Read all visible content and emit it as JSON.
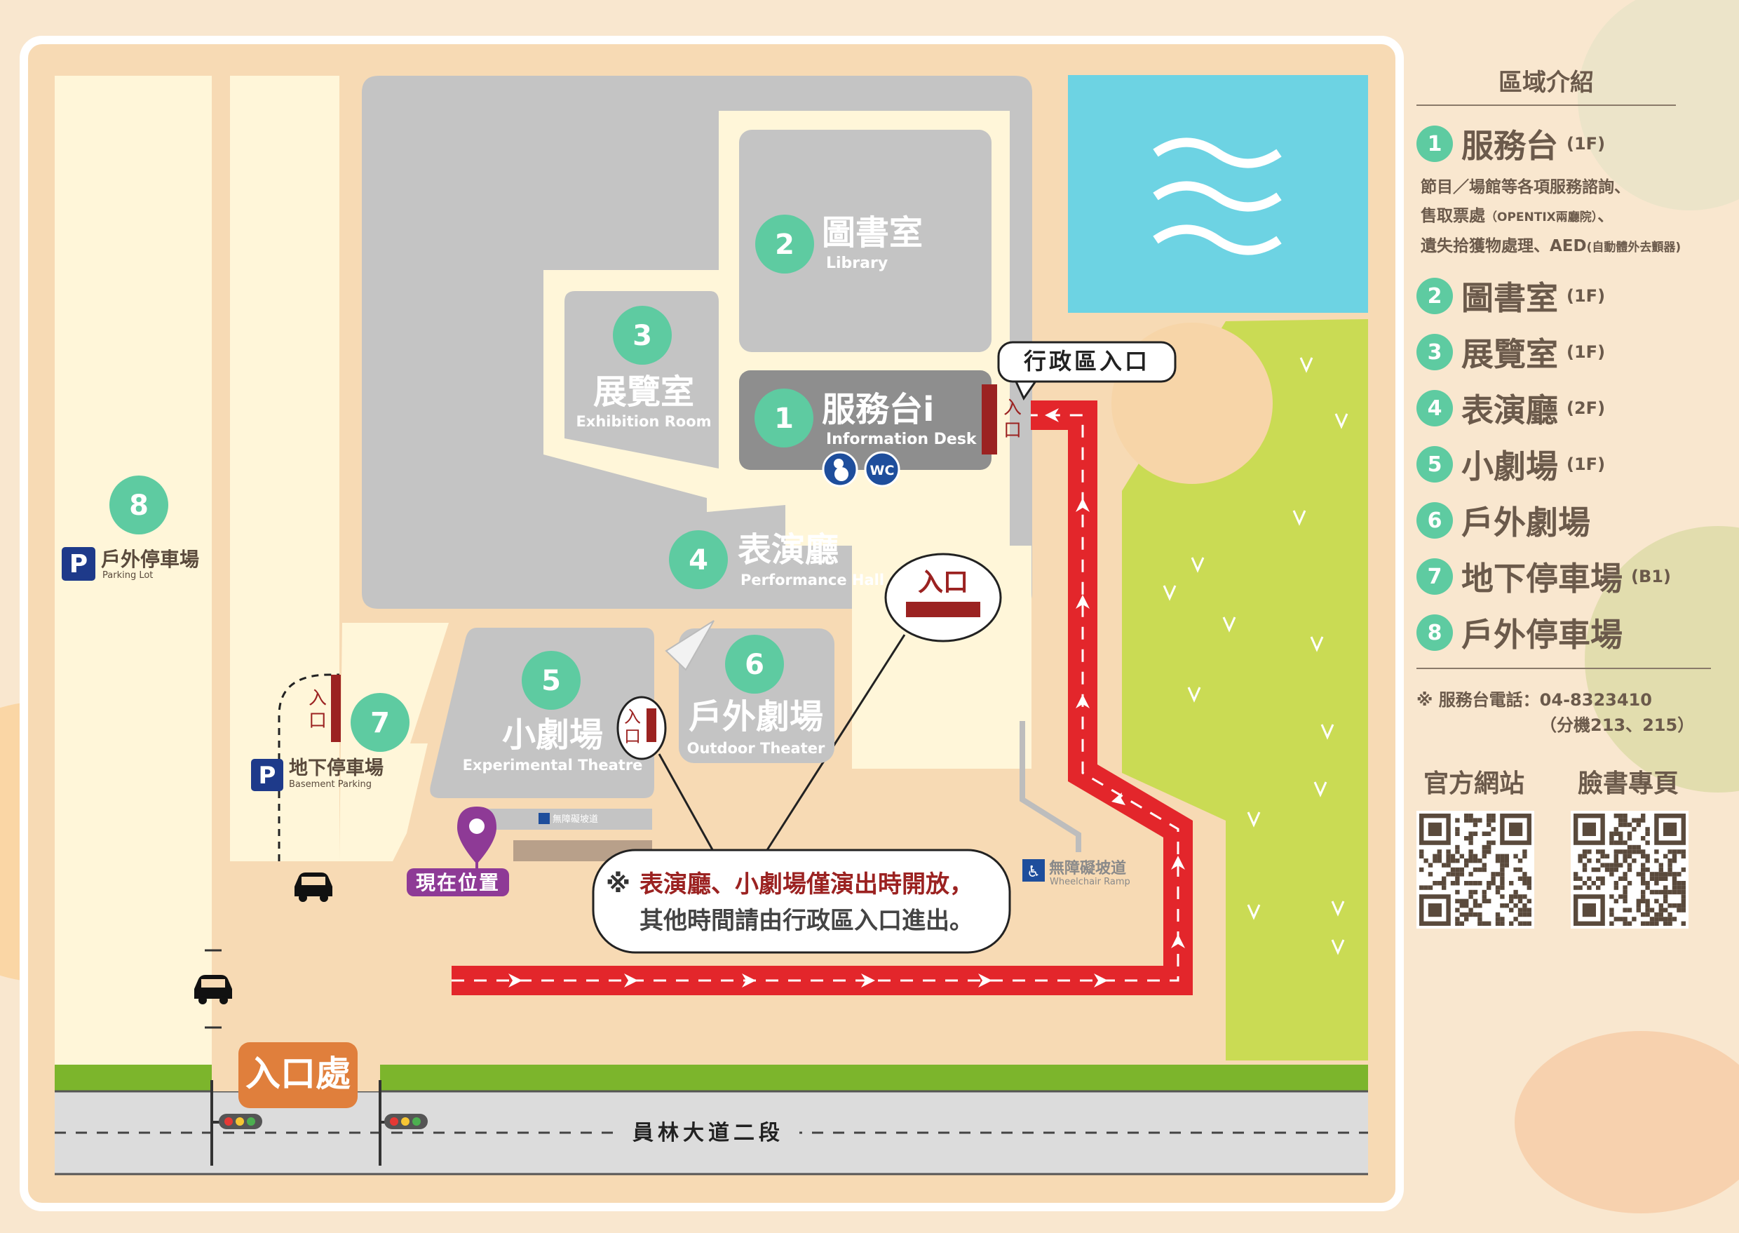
{
  "map_labels": {
    "library": {
      "num": "2",
      "zh": "圖書室",
      "en": "Library"
    },
    "exhibition": {
      "num": "3",
      "zh": "展覽室",
      "en": "Exhibition Room"
    },
    "info_desk": {
      "num": "1",
      "zh": "服務台i",
      "en": "Information Desk"
    },
    "performance_hall": {
      "num": "4",
      "zh": "表演廳",
      "en": "Performance Hall"
    },
    "experimental_theatre": {
      "num": "5",
      "zh": "小劇場",
      "en": "Experimental Theatre"
    },
    "outdoor_theater": {
      "num": "6",
      "zh": "戶外劇場",
      "en": "Outdoor Theater"
    },
    "basement_parking": {
      "num": "7",
      "zh": "地下停車場",
      "en": "Basement Parking"
    },
    "parking_lot": {
      "num": "8",
      "zh": "戶外停車場",
      "en": "Parking Lot"
    },
    "admin_entrance": "行政區入口",
    "entrance": "入口",
    "entrance_vertical_1": "入",
    "entrance_vertical_2": "口",
    "main_entrance": "入口處",
    "road": "員林大道二段",
    "current_location": "現在位置",
    "wheelchair_ramp_zh": "無障礙坡道",
    "wheelchair_ramp_en": "Wheelchair Ramp",
    "wc": "WC",
    "parking_symbol": "P",
    "notice_mark": "※",
    "notice_line1": "表演廳、小劇場僅演出時開放，",
    "notice_line2": "其他時間請由行政區入口進出。"
  },
  "legend": {
    "title": "區域介紹",
    "items": [
      {
        "num": "1",
        "name": "服務台",
        "floor": "(1F)"
      },
      {
        "num": "2",
        "name": "圖書室",
        "floor": "(1F)"
      },
      {
        "num": "3",
        "name": "展覽室",
        "floor": "(1F)"
      },
      {
        "num": "4",
        "name": "表演廳",
        "floor": "(2F)"
      },
      {
        "num": "5",
        "name": "小劇場",
        "floor": "(1F)"
      },
      {
        "num": "6",
        "name": "戶外劇場",
        "floor": ""
      },
      {
        "num": "7",
        "name": "地下停車場",
        "floor": "(B1)"
      },
      {
        "num": "8",
        "name": "戶外停車場",
        "floor": ""
      }
    ],
    "desc_line1": "節目／場館等各項服務諮詢、",
    "desc_line2a": "售取票處",
    "desc_line2b": "（OPENTIX兩廳院）",
    "desc_line2c": "、",
    "desc_line3a": "遺失拾獲物處理、AED",
    "desc_line3b": "(自動體外去顫器)",
    "phone_line1": "※ 服務台電話：04-8323410",
    "phone_line2": "（分機213、215）",
    "website_label": "官方網站",
    "facebook_label": "臉書專頁"
  },
  "colors": {
    "accent_green": "#5ECBA1",
    "route_red": "#E3262B",
    "entrance_red": "#9B2221",
    "water": "#6DD3E3",
    "grass": "#CADB54",
    "pin_purple": "#8E3A96",
    "main_entrance_orange": "#E07F3C"
  },
  "icons": [
    "waves-icon",
    "car-icon",
    "traffic-light-icon",
    "map-pin-icon",
    "wheelchair-icon",
    "wc-icon",
    "nursing-room-icon",
    "parking-icon",
    "route-arrow-icon",
    "qr-code-icon"
  ]
}
